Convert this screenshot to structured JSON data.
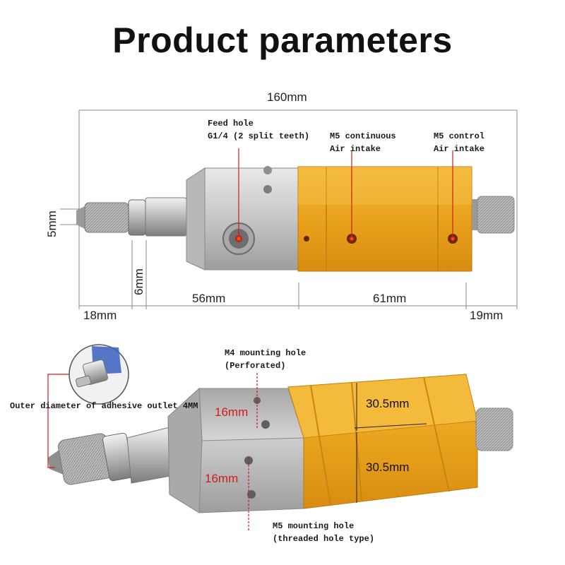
{
  "title": "Product parameters",
  "top_view": {
    "dim_total": "160mm",
    "dim_5": "5mm",
    "dim_6": "6mm",
    "dim_56": "56mm",
    "dim_61": "61mm",
    "dim_18": "18mm",
    "dim_19": "19mm",
    "feed_hole_line1": "Feed hole",
    "feed_hole_line2": "G1/4 (2 split teeth)",
    "m5_cont_line1": "M5 continuous",
    "m5_cont_line2": "Air intake",
    "m5_ctrl_line1": "M5 control",
    "m5_ctrl_line2": "Air intake"
  },
  "bottom_view": {
    "m4_line1": "M4 mounting hole",
    "m4_line2": "(Perforated)",
    "outlet_label": "Outer diameter of adhesive outlet 4MM",
    "dim_16_a": "16mm",
    "dim_16_b": "16mm",
    "dim_305_a": "30.5mm",
    "dim_305_b": "30.5mm",
    "m5_mount_line1": "M5 mounting hole",
    "m5_mount_line2": "(threaded hole type)"
  },
  "colors": {
    "accent_red": "#d01c1c",
    "body_orange": "#e8a21e",
    "body_steel": "#c9c9c9"
  }
}
